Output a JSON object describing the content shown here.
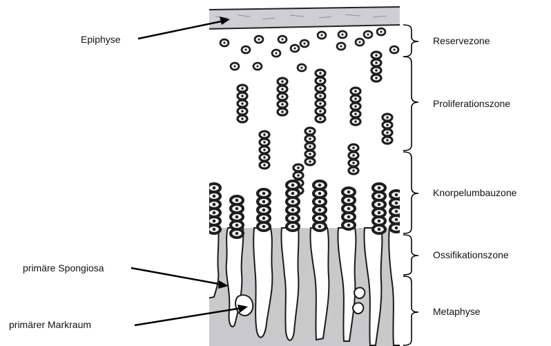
{
  "left_labels": {
    "epiphyse": "Epiphyse",
    "primaere_spongiosa": "primäre Spongiosa",
    "primaerer_markraum": "primärer Markraum"
  },
  "zones": {
    "reservezone": "Reservezone",
    "proliferationszone": "Proliferationszone",
    "knorpelumbauzone": "Knorpelumbauzone",
    "ossifikationszone": "Ossifikationszone",
    "metaphyse": "Metaphyse"
  },
  "colors": {
    "ink": "#1a1a1a",
    "bone_fill": "#c9c9cb",
    "cartilage": "#ffffff",
    "cell_ring": "#1e1e1e",
    "cell_inner": "#f4f4f4"
  }
}
